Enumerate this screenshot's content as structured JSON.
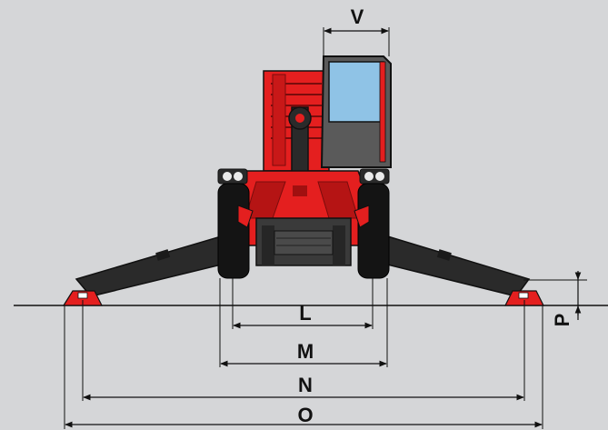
{
  "labels": {
    "v": "V",
    "l": "L",
    "m": "M",
    "n": "N",
    "o": "O",
    "p": "P"
  },
  "colors": {
    "background": "#d5d6d8",
    "body_red": "#e41f1f",
    "dark_red": "#a01010",
    "tire": "#141414",
    "arm": "#2a2a2a",
    "window": "#8fc3e6",
    "cab": "#5a5a5a",
    "line": "#111111"
  }
}
